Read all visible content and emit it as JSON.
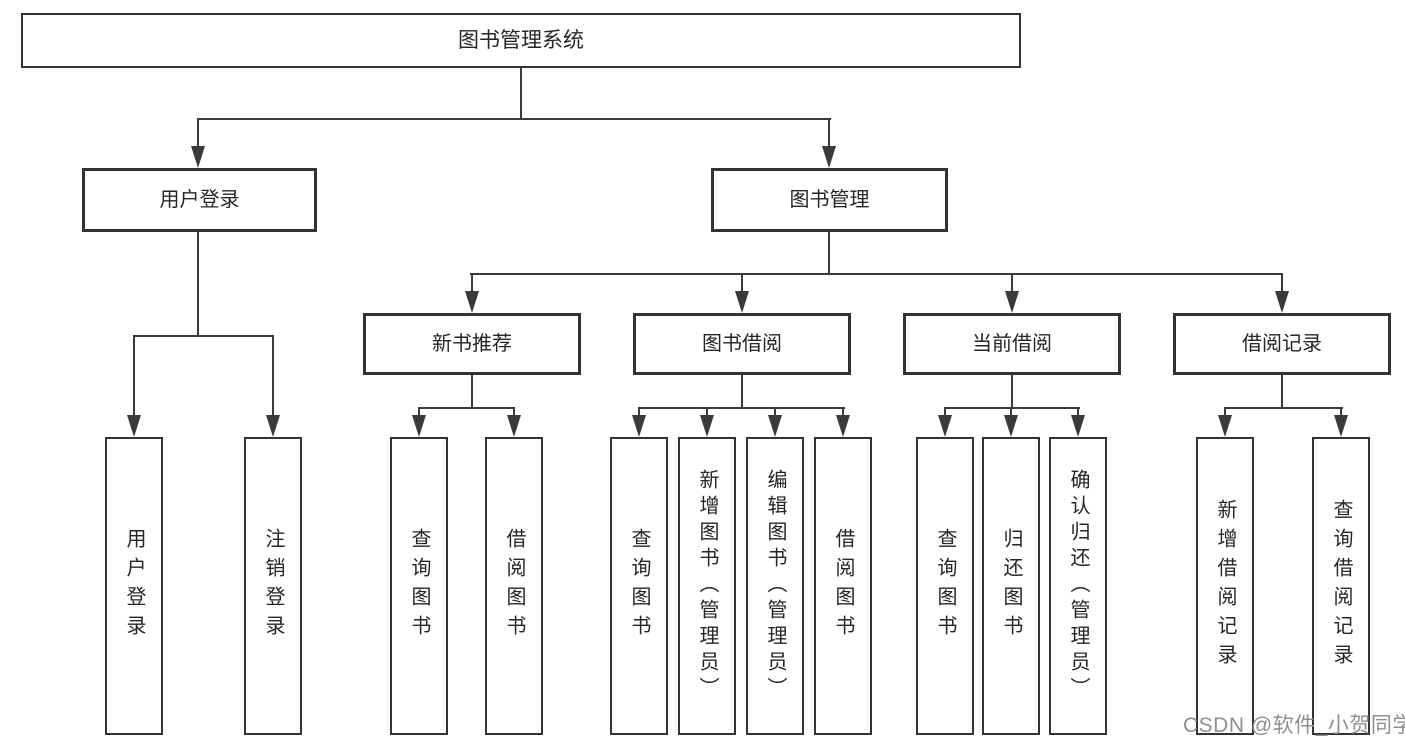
{
  "diagram": {
    "title": "图书管理系统",
    "line_color": "#3a3a3a",
    "level2": {
      "user_login": "用户登录",
      "book_mgmt": "图书管理"
    },
    "level3": {
      "new_book": "新书推荐",
      "book_borrow": "图书借阅",
      "current_borrow": "当前借阅",
      "borrow_records": "借阅记录"
    },
    "leaves": {
      "user_login": [
        "用户登录",
        "注销登录"
      ],
      "new_book": [
        "查询图书",
        "借阅图书"
      ],
      "book_borrow": [
        "查询图书",
        "新增图书（管理员）",
        "编辑图书（管理员）",
        "借阅图书"
      ],
      "current_borrow": [
        "查询图书",
        "归还图书",
        "确认归还（管理员）"
      ],
      "borrow_records": [
        "新增借阅记录",
        "查询借阅记录"
      ]
    }
  },
  "watermark": "CSDN @软件_小贺同学"
}
